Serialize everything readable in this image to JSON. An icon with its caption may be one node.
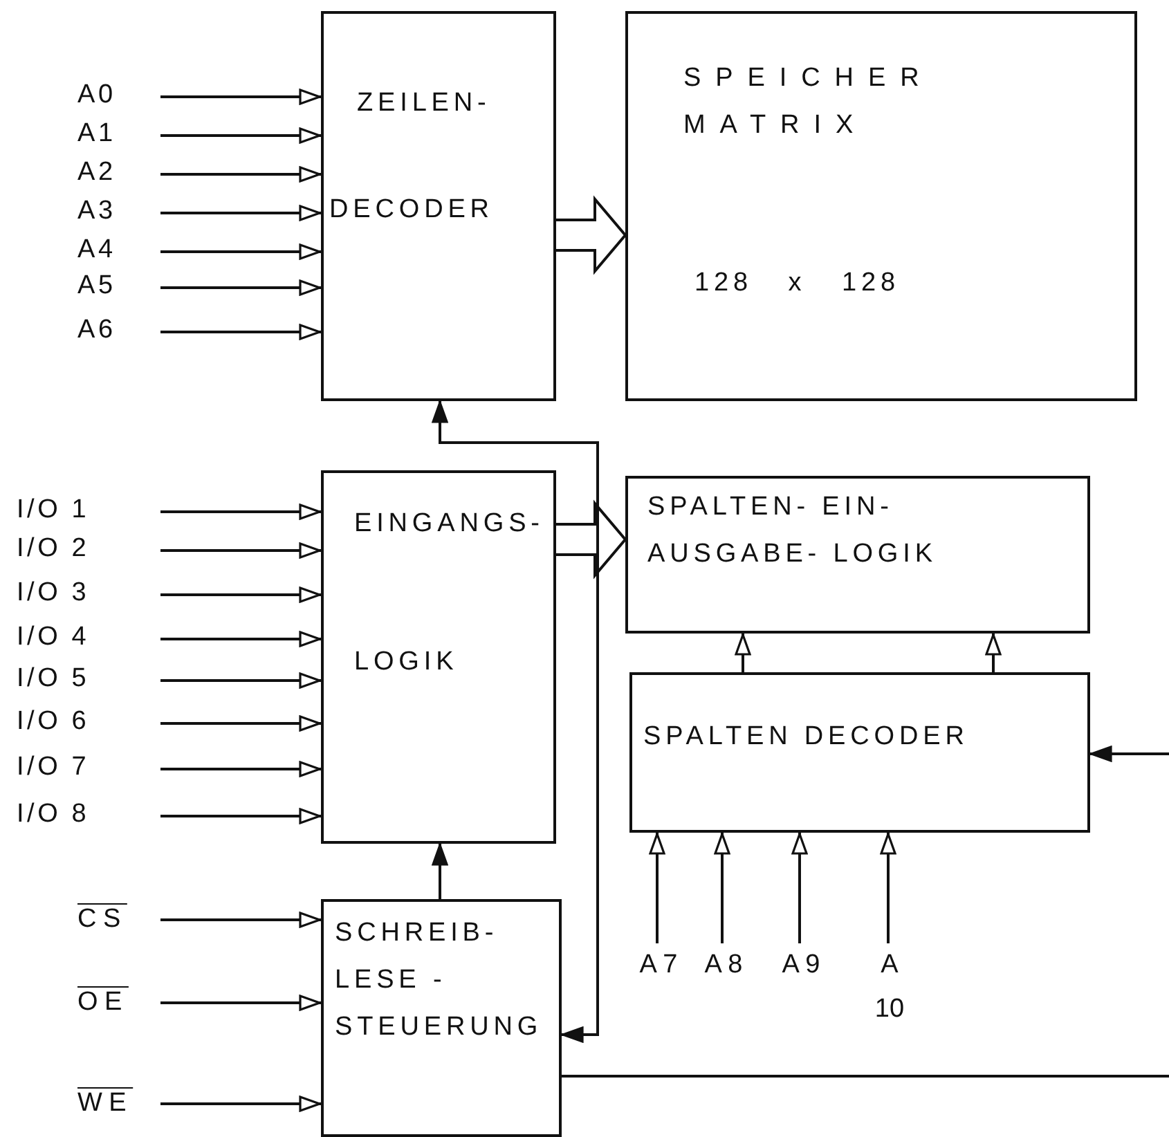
{
  "diagram": {
    "nodes": [
      {
        "text": [
          "ZEILEN-",
          "DECODER"
        ]
      },
      {
        "text": [
          "SPEICHER MATRIX",
          "128 x 128"
        ]
      },
      {
        "text": [
          "EINGANGS-",
          "LOGIK"
        ]
      },
      {
        "text": [
          "SPALTEN- EIN-AUSGABE- LOGIK"
        ]
      },
      {
        "text": [
          "SPALTEN DECODER"
        ]
      },
      {
        "text": [
          "SCHREIB- LESE - STEUERUNG"
        ]
      },
      {
        "text": [
          "A0"
        ]
      },
      {
        "text": [
          "A1"
        ]
      },
      {
        "text": [
          "A2"
        ]
      },
      {
        "text": [
          "A3"
        ]
      },
      {
        "text": [
          "A4"
        ]
      },
      {
        "text": [
          "A5"
        ]
      },
      {
        "text": [
          "A6"
        ]
      },
      {
        "text": [
          "I/O 1"
        ]
      },
      {
        "text": [
          "I/O 2"
        ]
      },
      {
        "text": [
          "I/O 3"
        ]
      },
      {
        "text": [
          "I/O 4"
        ]
      },
      {
        "text": [
          "I/O 5"
        ]
      },
      {
        "text": [
          "I/O 6"
        ]
      },
      {
        "text": [
          "I/O 7"
        ]
      },
      {
        "text": [
          "I/O 8"
        ]
      },
      {
        "text": [
          "CS"
        ]
      },
      {
        "text": [
          "OE"
        ]
      },
      {
        "text": [
          "WE"
        ]
      },
      {
        "text": [
          "A 7"
        ]
      },
      {
        "text": [
          "A 8"
        ]
      },
      {
        "text": [
          "A 9"
        ]
      },
      {
        "text": [
          "A 10"
        ]
      }
    ],
    "edges": [
      {
        "from": 6,
        "to": 0,
        "arrow": "to"
      },
      {
        "from": 7,
        "to": 0,
        "arrow": "to"
      },
      {
        "from": 8,
        "to": 0,
        "arrow": "to"
      },
      {
        "from": 9,
        "to": 0,
        "arrow": "to"
      },
      {
        "from": 10,
        "to": 0,
        "arrow": "to"
      },
      {
        "from": 11,
        "to": 0,
        "arrow": "to"
      },
      {
        "from": 12,
        "to": 0,
        "arrow": "to"
      },
      {
        "from": 13,
        "to": 2,
        "arrow": "to"
      },
      {
        "from": 14,
        "to": 2,
        "arrow": "to"
      },
      {
        "from": 15,
        "to": 2,
        "arrow": "to"
      },
      {
        "from": 16,
        "to": 2,
        "arrow": "to"
      },
      {
        "from": 17,
        "to": 2,
        "arrow": "to"
      },
      {
        "from": 18,
        "to": 2,
        "arrow": "to"
      },
      {
        "from": 19,
        "to": 2,
        "arrow": "to"
      },
      {
        "from": 20,
        "to": 2,
        "arrow": "to"
      },
      {
        "from": 21,
        "to": 5,
        "arrow": "to"
      },
      {
        "from": 22,
        "to": 5,
        "arrow": "to"
      },
      {
        "from": 23,
        "to": 5,
        "arrow": "to"
      },
      {
        "from": 24,
        "to": 4,
        "arrow": "to"
      },
      {
        "from": 25,
        "to": 4,
        "arrow": "to"
      },
      {
        "from": 26,
        "to": 4,
        "arrow": "to"
      },
      {
        "from": 27,
        "to": 4,
        "arrow": "to"
      },
      {
        "from": 0,
        "to": 1,
        "arrow": "to",
        "style": "thick"
      },
      {
        "from": 2,
        "to": 3,
        "arrow": "to",
        "style": "thick"
      },
      {
        "from": 4,
        "to": 3,
        "arrow": "to"
      },
      {
        "from": 4,
        "to": 3,
        "arrow": "to"
      },
      {
        "from": 5,
        "to": 2,
        "arrow": "to"
      },
      {
        "from": 5,
        "to": 0,
        "arrow": "both"
      },
      {
        "from": null,
        "to": 4,
        "arrow": "to"
      },
      {
        "from": 5,
        "to": null,
        "arrow": "none"
      }
    ]
  }
}
